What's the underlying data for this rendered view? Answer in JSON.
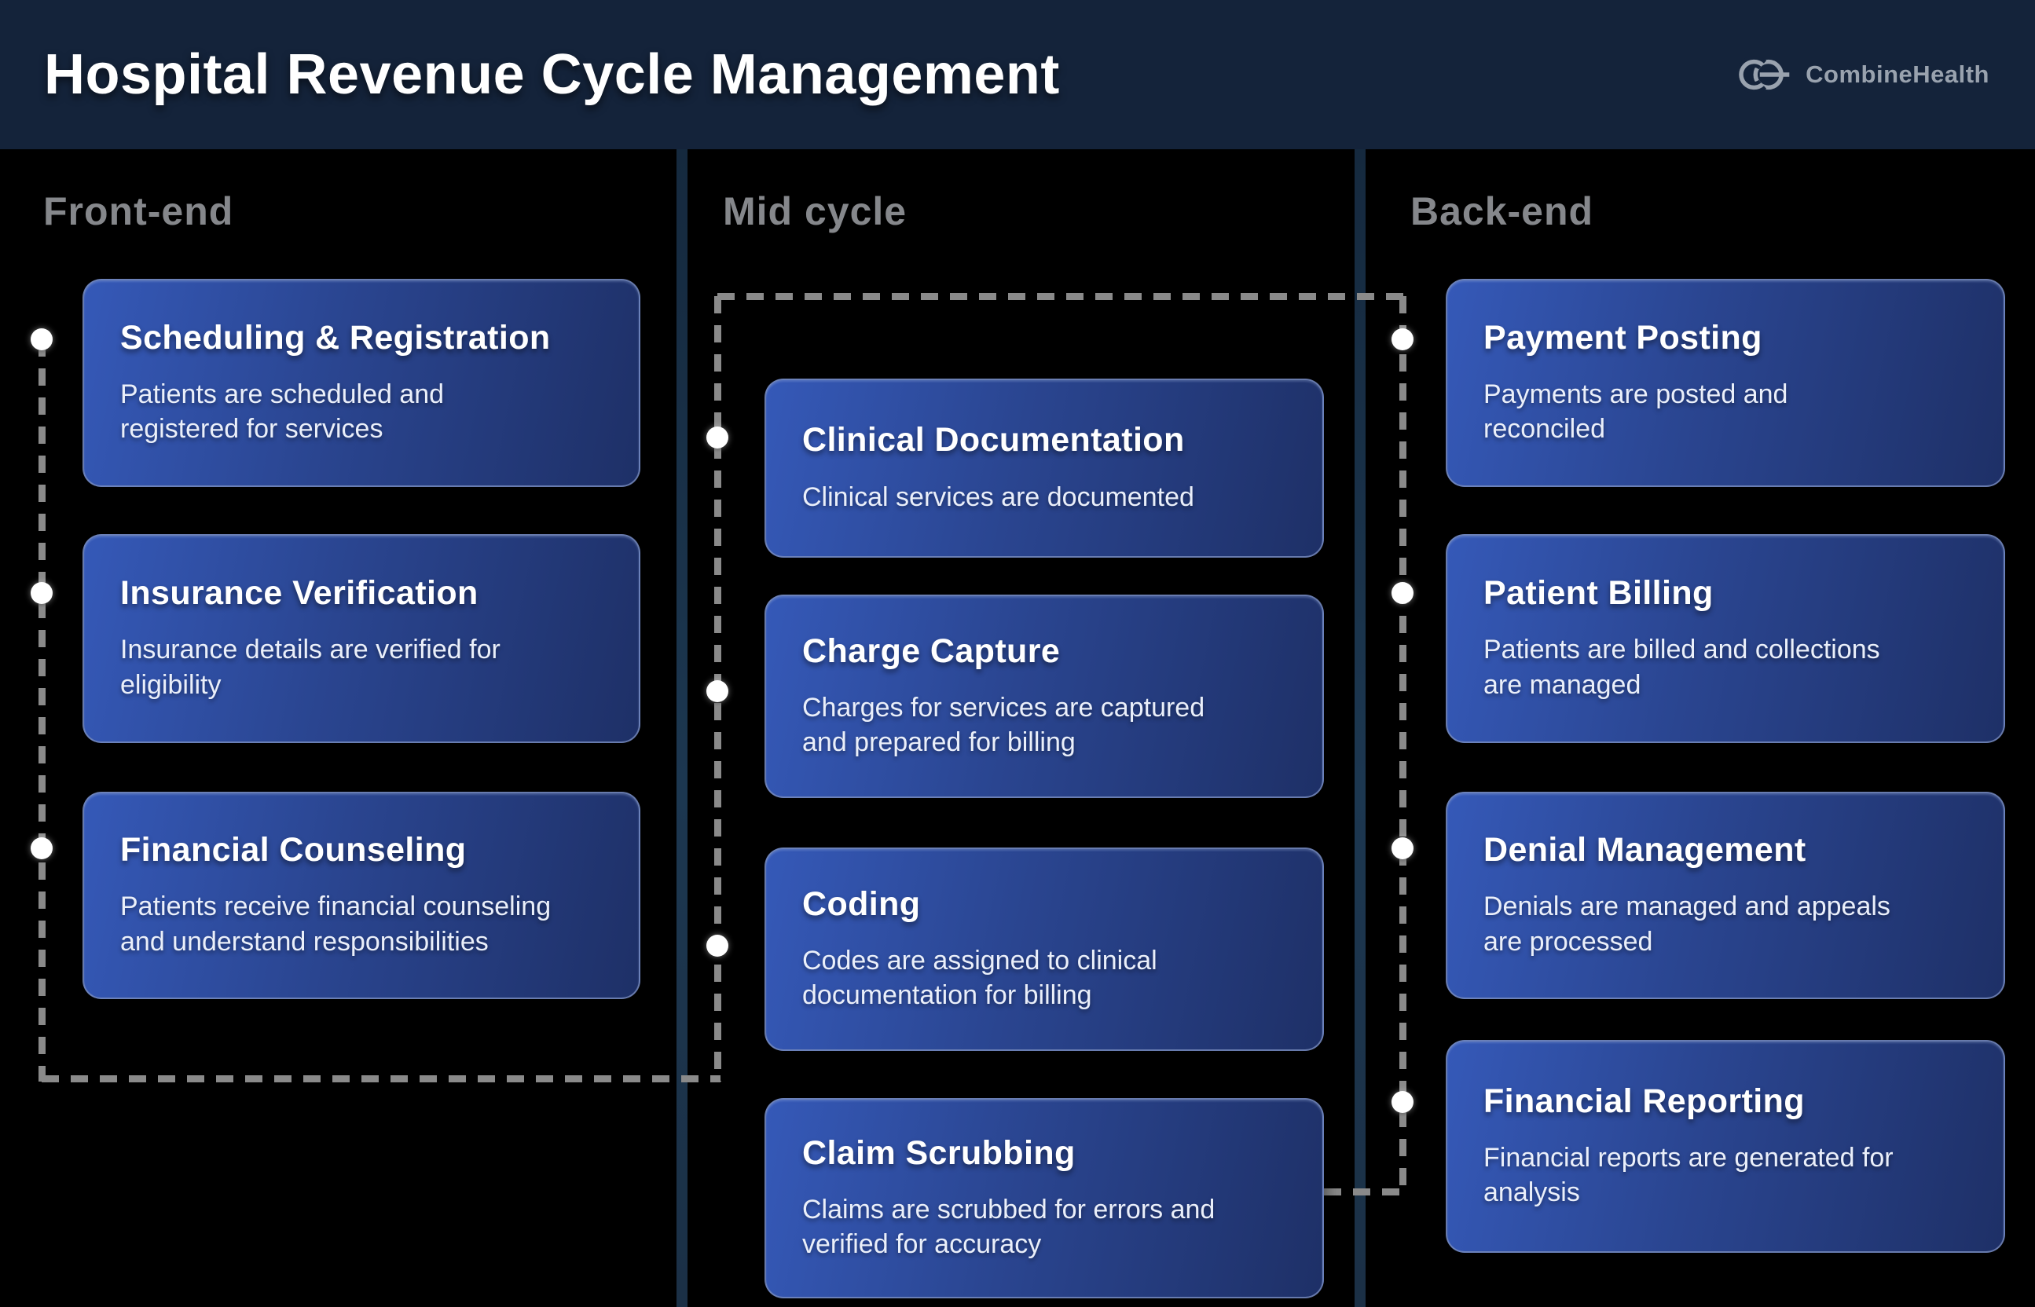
{
  "header": {
    "title": "Hospital Revenue Cycle Management",
    "logo_text": "CombineHealth"
  },
  "columns": [
    {
      "label": "Front-end",
      "cards": [
        {
          "title": "Scheduling & Registration",
          "description": "Patients are scheduled and\nregistered for services"
        },
        {
          "title": "Insurance Verification",
          "description": "Insurance details are verified for\neligibility"
        },
        {
          "title": "Financial Counseling",
          "description": "Patients receive financial counseling\nand understand responsibilities"
        }
      ]
    },
    {
      "label": "Mid cycle",
      "cards": [
        {
          "title": "Clinical Documentation",
          "description": "Clinical services are documented"
        },
        {
          "title": "Charge Capture",
          "description": "Charges for services are captured\nand prepared for billing"
        },
        {
          "title": "Coding",
          "description": "Codes are assigned to clinical\ndocumentation for billing"
        },
        {
          "title": "Claim Scrubbing",
          "description": "Claims are scrubbed for errors and\nverified for accuracy"
        }
      ]
    },
    {
      "label": "Back-end",
      "cards": [
        {
          "title": "Payment Posting",
          "description": "Payments are posted and\nreconciled"
        },
        {
          "title": "Patient Billing",
          "description": "Patients are billed and collections\nare managed"
        },
        {
          "title": "Denial Management",
          "description": "Denials are managed and appeals\nare processed"
        },
        {
          "title": "Financial Reporting",
          "description": "Financial reports are generated for\nanalysis"
        }
      ]
    }
  ],
  "colors": {
    "header_bg": "#14233a",
    "panel_bg": "#000000",
    "divider_color": "#1c3750",
    "card_grad_start": "#3559b8",
    "card_grad_end": "#1e3067",
    "card_border": "rgba(121,140,188,0.8)",
    "dash_color": "#8a8a8a",
    "dot_color": "#ffffff",
    "label_color": "#85878b",
    "desc_color": "#eaeffa",
    "logo_color": "#99a2ae"
  }
}
